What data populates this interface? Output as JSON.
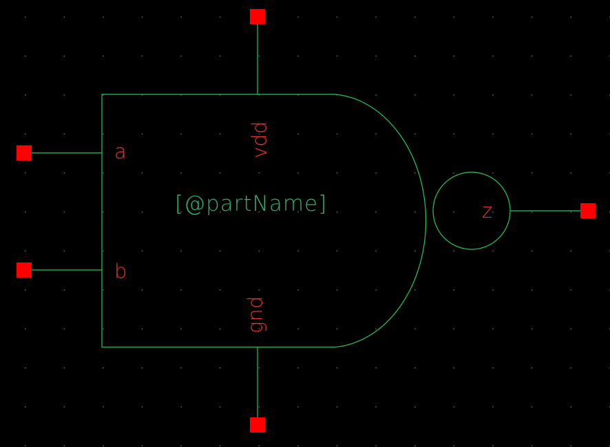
{
  "schematic": {
    "part_label": "[@partName]",
    "pins": {
      "a": "a",
      "b": "b",
      "z": "z",
      "vdd": "vdd",
      "gnd": "gnd"
    },
    "colors": {
      "background": "#000000",
      "wire": "#21c95a",
      "pin_marker": "#ff0000",
      "pin_text": "#e8312e",
      "part_text": "#2fb36a",
      "grid_dot": "#6a6a6a"
    }
  }
}
